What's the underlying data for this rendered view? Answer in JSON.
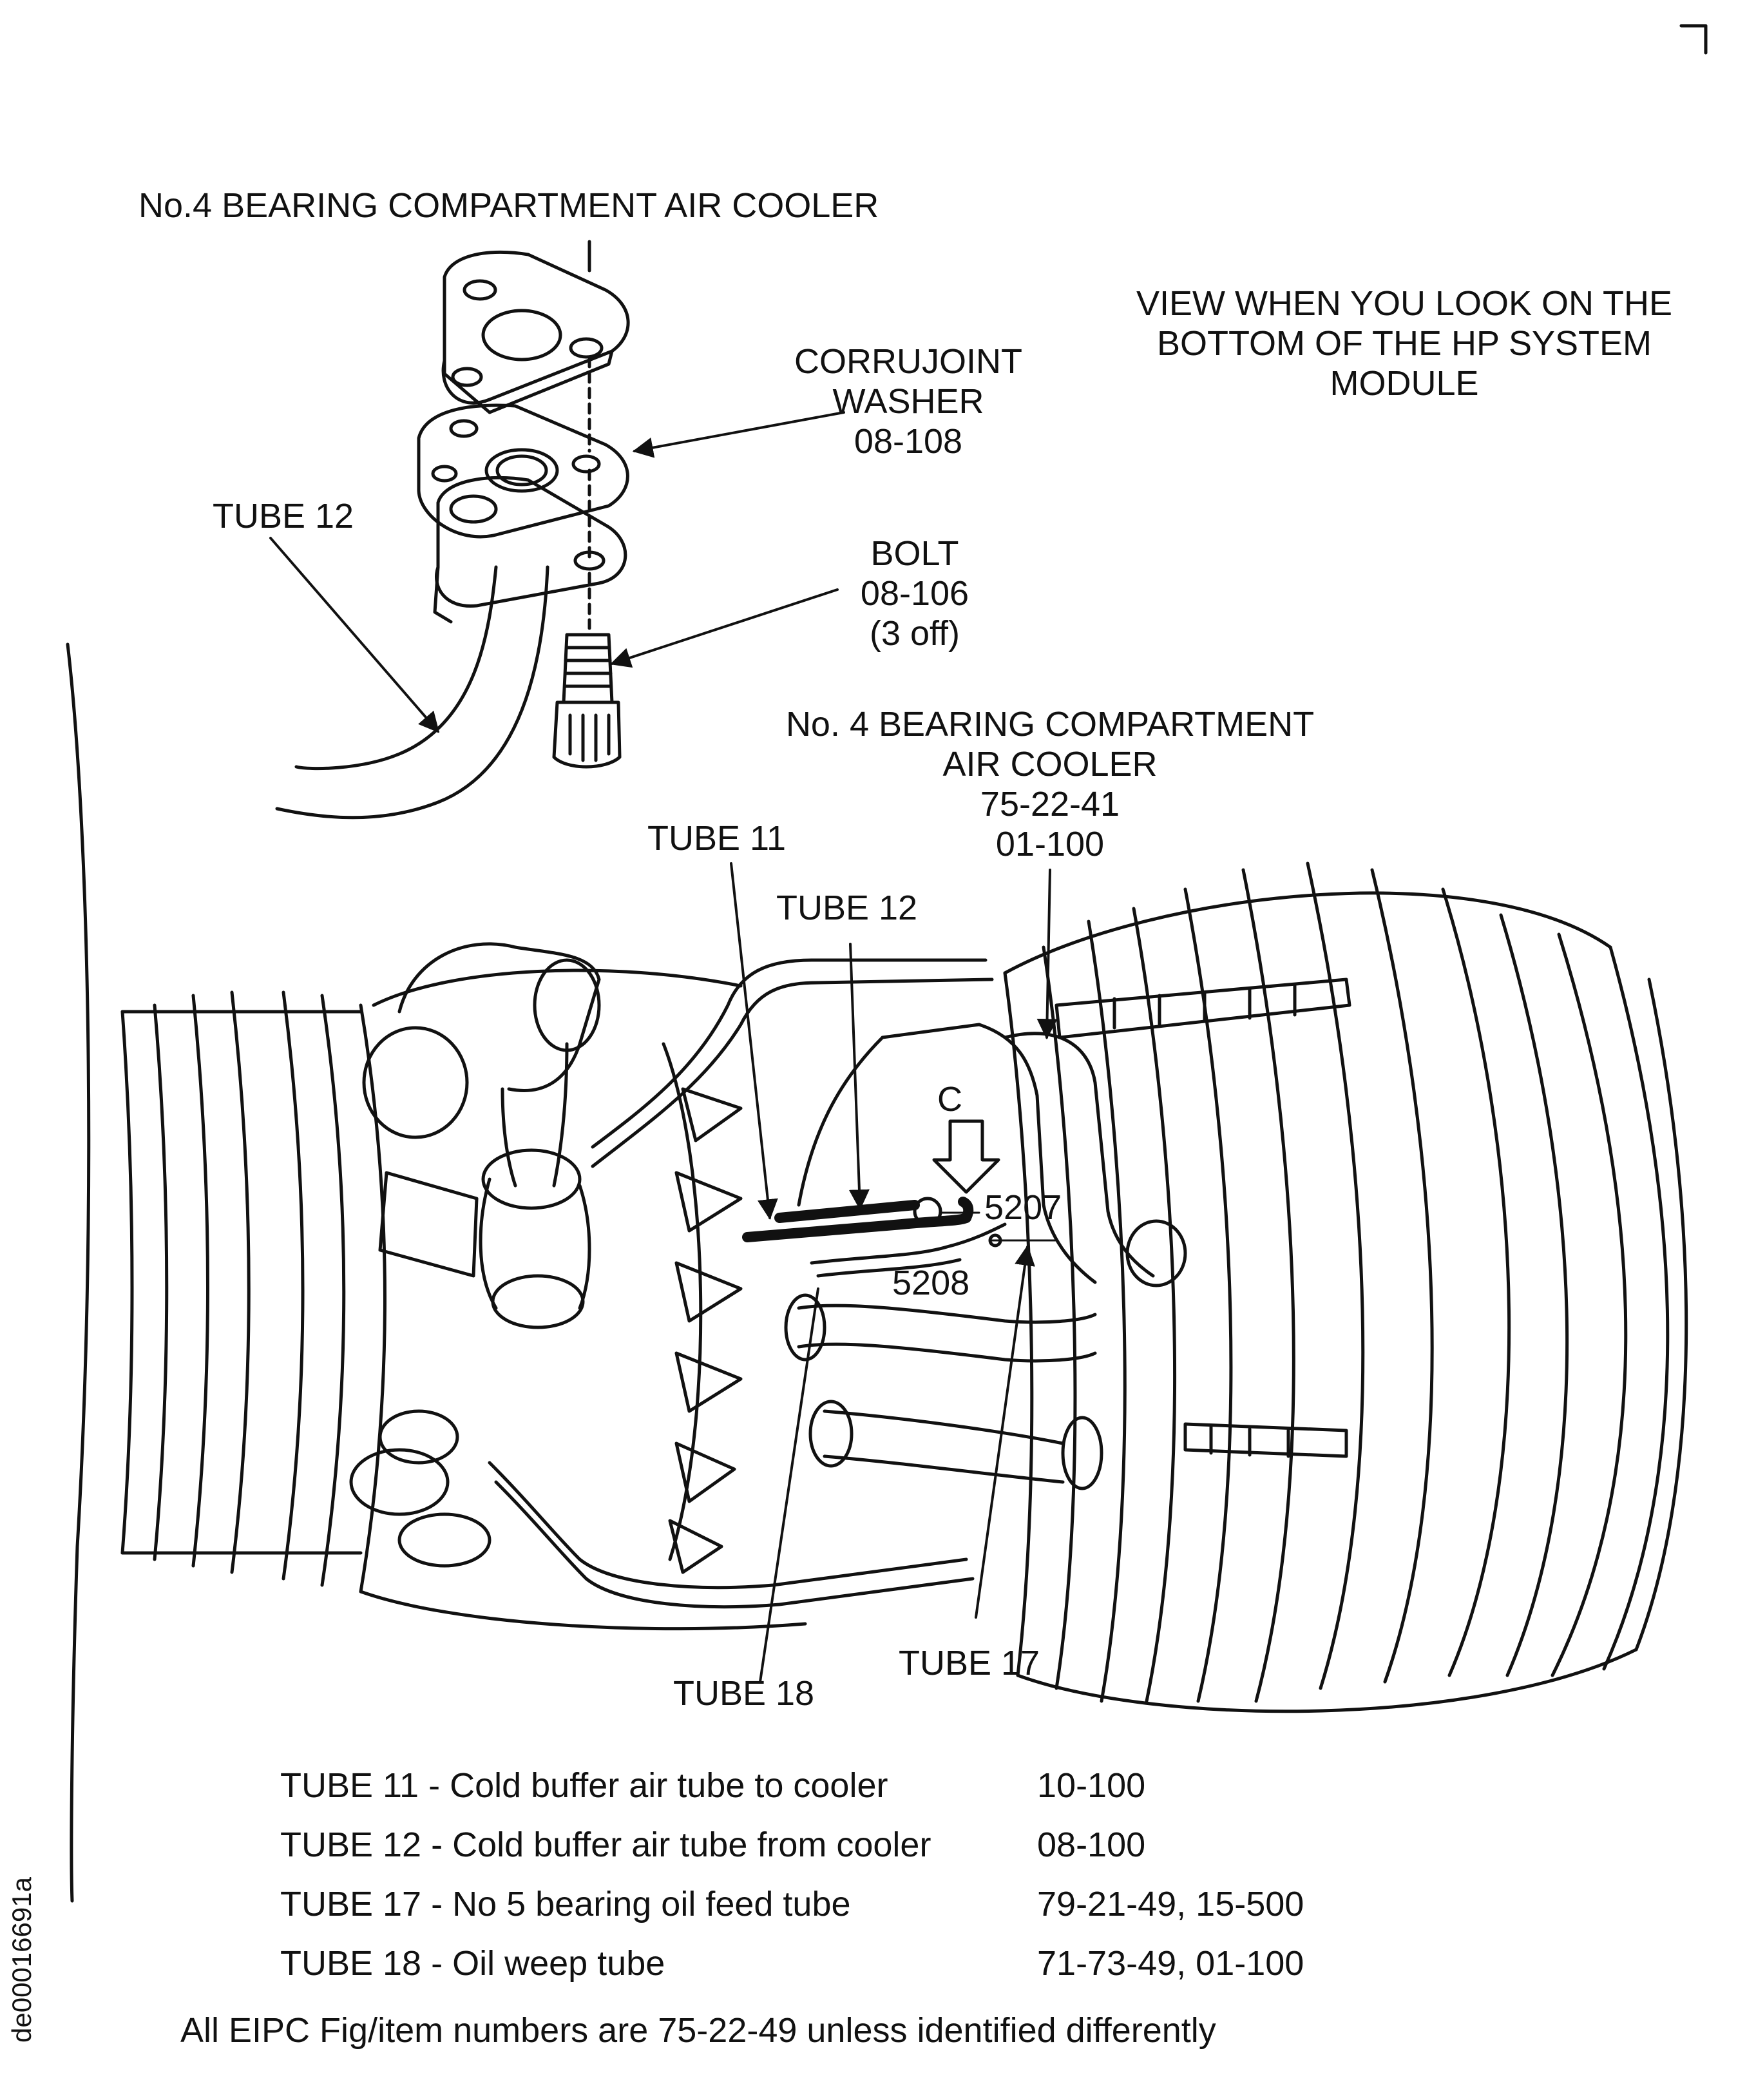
{
  "labels": {
    "top_cooler": "No.4 BEARING COMPARTMENT AIR COOLER",
    "view_note": [
      "VIEW WHEN YOU LOOK ON THE",
      "BOTTOM OF THE HP SYSTEM",
      "MODULE"
    ],
    "washer": [
      "CORRUJOINT",
      "WASHER",
      "08-108"
    ],
    "tube12_top": "TUBE 12",
    "bolt": [
      "BOLT",
      "08-106",
      "(3 off)"
    ],
    "cooler_ref": [
      "No. 4 BEARING COMPARTMENT",
      "AIR COOLER",
      "75-22-41",
      "01-100"
    ],
    "tube11": "TUBE 11",
    "tube12": "TUBE 12",
    "view_c": "C",
    "ref_5207": "5207",
    "ref_5208": "5208",
    "tube17": "TUBE 17",
    "tube18": "TUBE 18"
  },
  "legend": [
    {
      "desc": "TUBE  11 - Cold buffer air tube to cooler",
      "ref": "10-100"
    },
    {
      "desc": "TUBE  12 - Cold buffer air tube from cooler",
      "ref": "08-100"
    },
    {
      "desc": "TUBE  17 - No 5 bearing oil feed tube",
      "ref": "79-21-49, 15-500"
    },
    {
      "desc": "TUBE  18 - Oil weep tube",
      "ref": "71-73-49, 01-100"
    }
  ],
  "footnote": "All EIPC Fig/item numbers are 75-22-49 unless identified differently",
  "figure_id": "de00016691a"
}
